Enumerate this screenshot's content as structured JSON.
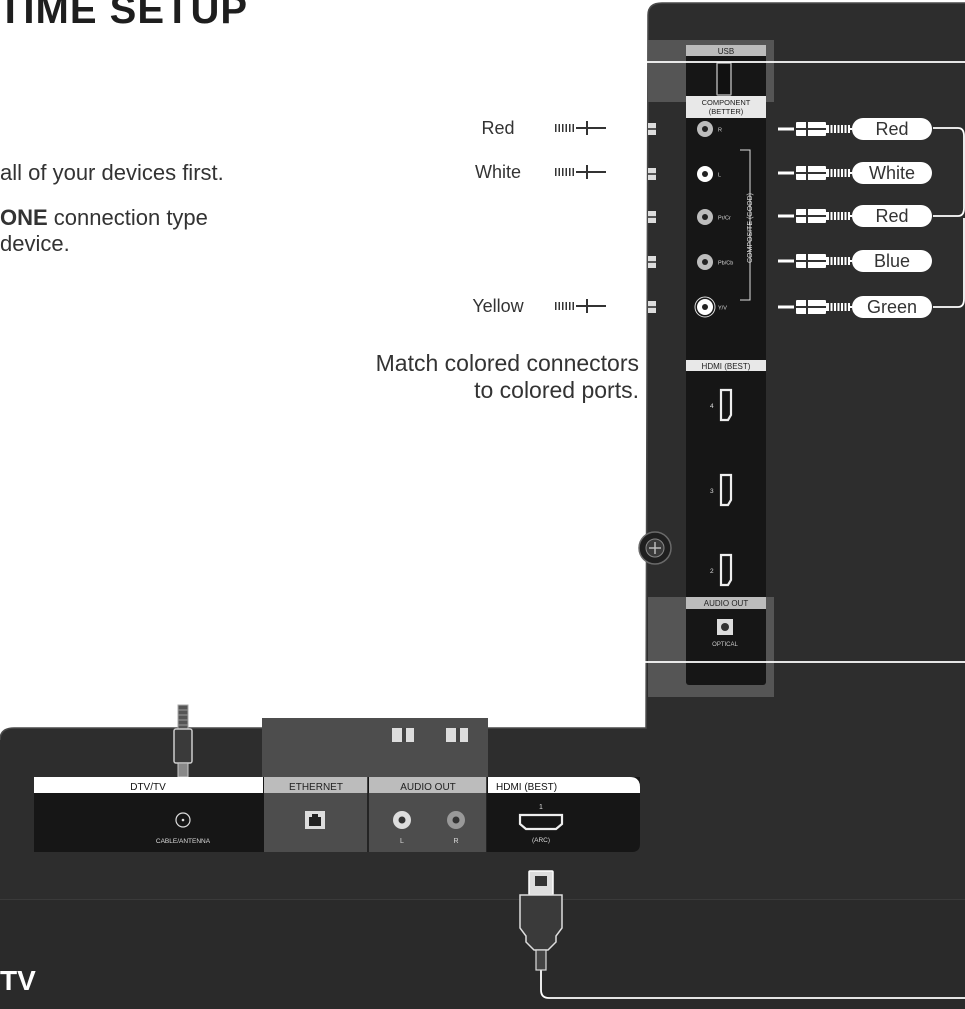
{
  "heading": "TIME SETUP",
  "instructions": {
    "line1": "all of your devices first.",
    "line2_bold": "ONE",
    "line2_rest": " connection type",
    "line3": "device."
  },
  "match_note": {
    "line1": "Match colored connectors",
    "line2": "to colored ports."
  },
  "footer_label": "TV",
  "side_panel": {
    "usb_label": "USB",
    "component_label_line1": "COMPONENT",
    "component_label_line2": "(BETTER)",
    "composite_label": "COMPOSITE (GOOD)",
    "ports": [
      "R",
      "L",
      "Pr/Cr",
      "Pb/Cb",
      "Y/V"
    ],
    "hdmi_label": "HDMI (BEST)",
    "hdmi_ports": [
      "4",
      "3",
      "2"
    ],
    "audio_out_label": "AUDIO OUT",
    "optical_label": "OPTICAL"
  },
  "left_cable_labels": [
    "Red",
    "White",
    "Yellow"
  ],
  "right_cable_labels": [
    "Red",
    "White",
    "Red",
    "Blue",
    "Green"
  ],
  "bottom_panel": {
    "dtv_label": "DTV/TV",
    "cable_antenna_label": "CABLE/ANTENNA",
    "ethernet_label": "ETHERNET",
    "audio_out_label": "AUDIO OUT",
    "audio_l": "L",
    "audio_r": "R",
    "hdmi_label": "HDMI (BEST)",
    "hdmi_port_number": "1",
    "hdmi_arc": "(ARC)"
  },
  "colors": {
    "tv_body": "#2d2d2d",
    "tv_edge": "#1b1b1b",
    "panel_black": "#161616",
    "highlight_gray": "#6e6e6e",
    "label_white": "#ffffff"
  }
}
